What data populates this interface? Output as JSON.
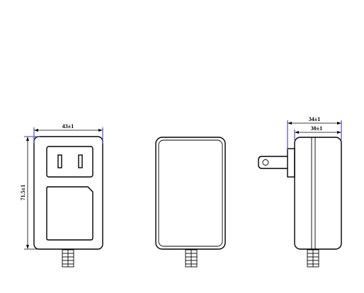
{
  "dimensions": {
    "width": "43±1",
    "height": "71.5±1",
    "depth_total": "34±1",
    "depth_body": "30±1"
  },
  "colors": {
    "outline": "#000000",
    "extension_lines": "#3b3bd8",
    "background": "#ffffff"
  }
}
